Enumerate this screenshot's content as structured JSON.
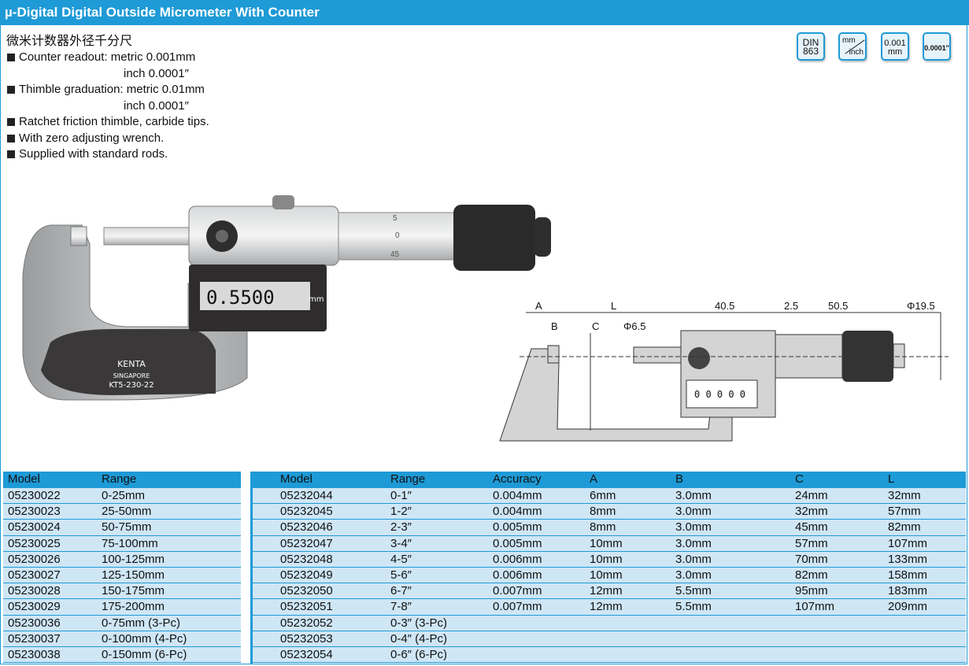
{
  "header": {
    "title": "µ-Digital Digital Outside Micrometer With Counter",
    "chinese_title": "微米计数器外径千分尺"
  },
  "features": [
    {
      "text": "Counter readout:  metric  0.001mm",
      "extra": "inch 0.0001″"
    },
    {
      "text": "Thimble graduation: metric  0.01mm",
      "extra": "inch 0.0001″"
    },
    {
      "text": "Ratchet friction thimble, carbide tips.",
      "extra": ""
    },
    {
      "text": "With zero adjusting wrench.",
      "extra": ""
    },
    {
      "text": "Supplied with standard rods.",
      "extra": ""
    }
  ],
  "badges": {
    "din_line1": "DIN",
    "din_line2": "863",
    "unit_top": "mm",
    "unit_bottom": "inch",
    "res_line1": "0.001",
    "res_line2": "mm",
    "inch_res": "0.0001″"
  },
  "product": {
    "brand": "KENTA",
    "origin": "SINGAPORE",
    "code": "KT5-230-22",
    "counter": "0.5500",
    "counter_unit": "mm",
    "thimble_marks": [
      "5",
      "0",
      "45"
    ]
  },
  "diagram": {
    "labels": [
      "A",
      "L",
      "40.5",
      "2.5",
      "50.5",
      "Φ19.5",
      "B",
      "C",
      "Φ6.5"
    ],
    "counter": "0 0 0 0 0"
  },
  "table_left": {
    "headers": [
      "Model",
      "Range"
    ],
    "rows": [
      [
        "05230022",
        "0-25mm"
      ],
      [
        "05230023",
        "25-50mm"
      ],
      [
        "05230024",
        "50-75mm"
      ],
      [
        "05230025",
        "75-100mm"
      ],
      [
        "05230026",
        "100-125mm"
      ],
      [
        "05230027",
        "125-150mm"
      ],
      [
        "05230028",
        "150-175mm"
      ],
      [
        "05230029",
        "175-200mm"
      ],
      [
        "05230036",
        "0-75mm (3-Pc)"
      ],
      [
        "05230037",
        "0-100mm (4-Pc)"
      ],
      [
        "05230038",
        "0-150mm (6-Pc)"
      ]
    ]
  },
  "table_right": {
    "headers": [
      "Model",
      "Range",
      "Accuracy",
      "A",
      "B",
      "C",
      "L"
    ],
    "rows": [
      [
        "05232044",
        "0-1″",
        "0.004mm",
        "6mm",
        "3.0mm",
        "24mm",
        "32mm"
      ],
      [
        "05232045",
        "1-2″",
        "0.004mm",
        "8mm",
        "3.0mm",
        "32mm",
        "57mm"
      ],
      [
        "05232046",
        "2-3″",
        "0.005mm",
        "8mm",
        "3.0mm",
        "45mm",
        "82mm"
      ],
      [
        "05232047",
        "3-4″",
        "0.005mm",
        "10mm",
        "3.0mm",
        "57mm",
        "107mm"
      ],
      [
        "05232048",
        "4-5″",
        "0.006mm",
        "10mm",
        "3.0mm",
        "70mm",
        "133mm"
      ],
      [
        "05232049",
        "5-6″",
        "0.006mm",
        "10mm",
        "3.0mm",
        "82mm",
        "158mm"
      ],
      [
        "05232050",
        "6-7″",
        "0.007mm",
        "12mm",
        "5.5mm",
        "95mm",
        "183mm"
      ],
      [
        "05232051",
        "7-8″",
        "0.007mm",
        "12mm",
        "5.5mm",
        "107mm",
        "209mm"
      ],
      [
        "05232052",
        "0-3″ (3-Pc)",
        "",
        "",
        "",
        "",
        ""
      ],
      [
        "05232053",
        "0-4″ (4-Pc)",
        "",
        "",
        "",
        "",
        ""
      ],
      [
        "05232054",
        "0-6″ (6-Pc)",
        "",
        "",
        "",
        "",
        ""
      ]
    ]
  }
}
